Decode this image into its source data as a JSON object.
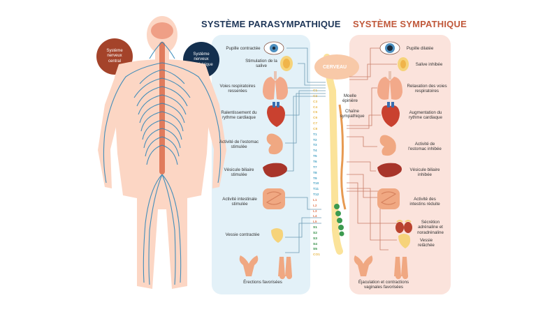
{
  "titles": {
    "parasympathetic": "SYSTÈME PARASYMPATHIQUE",
    "sympathetic": "SYSTÈME SYMPATHIQUE"
  },
  "legend": {
    "central": "Système nerveux central",
    "peripheral": "Système nerveux périphérique"
  },
  "center": {
    "brain": "CERVEAU",
    "spinal_cord": "Moelle épinière",
    "chain": "Chaîne sympathique"
  },
  "vertebrae": {
    "cervical": [
      "C1",
      "C2",
      "C3",
      "C4",
      "C5",
      "C6",
      "C7",
      "C8"
    ],
    "thoracic": [
      "T1",
      "T2",
      "T3",
      "T4",
      "T5",
      "T6",
      "T7",
      "T8",
      "T9",
      "T10",
      "T11",
      "T12"
    ],
    "lumbar": [
      "L1",
      "L2",
      "L3",
      "L4",
      "L5"
    ],
    "sacral": [
      "S1",
      "S2",
      "S3",
      "S4",
      "S5",
      "CO1"
    ]
  },
  "parasympathetic": [
    "Pupille contractée",
    "Stimulation de la salive",
    "Voies respiratoires resserées",
    "Ralentissement du rythme cardiaque",
    "Activité de l'estomac stimulée",
    "Vésicule biliaire stimulée",
    "Activité intestinale stimulée",
    "Vessie contractée",
    "Érections favorisées"
  ],
  "sympathetic": [
    "Pupille dilatée",
    "Salive inhibée",
    "Relaxation des voies respiratoires",
    "Augmentation du rythme cardiaque",
    "Activité de l'estomac inhibée",
    "Vésicule biliaire inhibée",
    "Activité des intestins réduite",
    "Sécrétion adrénaline et noradrénaline",
    "Vessie relâchée",
    "Éjaculation et contractions vaginales favorisées"
  ],
  "icons": [
    "eye-icon",
    "salivary-gland-icon",
    "lungs-icon",
    "heart-icon",
    "stomach-icon",
    "liver-icon",
    "intestine-icon",
    "adrenal-gland-icon",
    "bladder-icon",
    "uterus-icon",
    "male-reproductive-icon",
    "human-body-figure",
    "brain-icon"
  ],
  "colors": {
    "title_para": "#1d3557",
    "title_symp": "#c0583a",
    "panel_para": "#e3f1f8",
    "panel_symp": "#fbe3dc",
    "central_circle": "#a4432a",
    "peripheral_circle": "#14304f",
    "nerve_blue": "#2f86b8",
    "spine_orange": "#e79a52",
    "cervical_text": "#e8b84a",
    "thoracic_text": "#4aa3c4",
    "lumbar_text": "#e07a55",
    "sacral_text": "#2b8a3e"
  }
}
